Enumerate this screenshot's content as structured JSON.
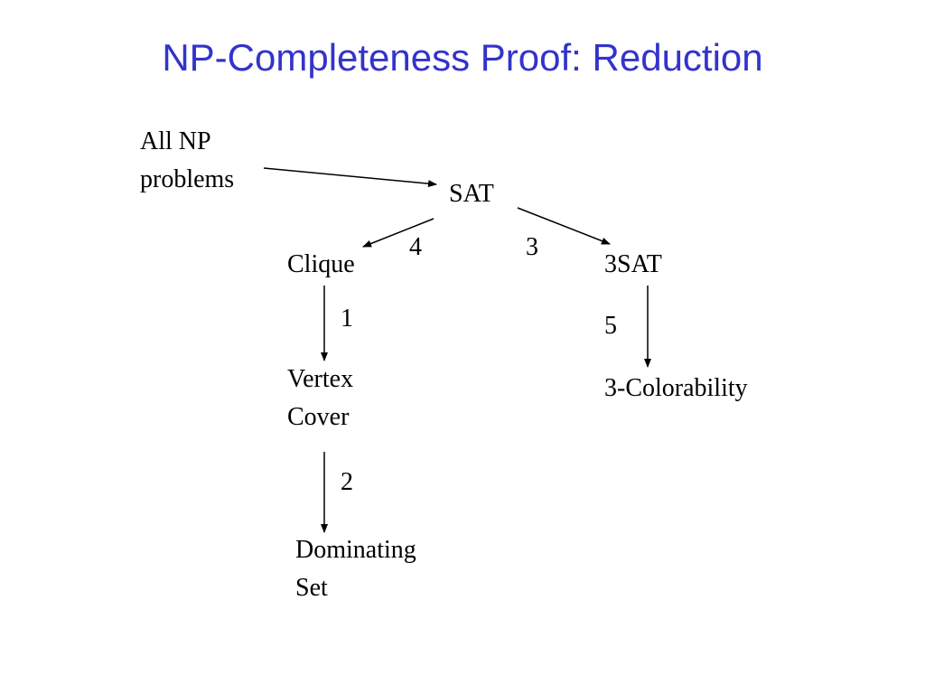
{
  "slide": {
    "title": "NP-Completeness Proof: Reduction",
    "title_color": "#3333cc"
  },
  "diagram": {
    "nodes": {
      "all_np": {
        "line1": "All NP",
        "line2": "problems"
      },
      "sat": {
        "label": "SAT"
      },
      "clique": {
        "label": "Clique"
      },
      "three_sat": {
        "label": "3SAT"
      },
      "vertex_cover": {
        "line1": "Vertex",
        "line2": "Cover"
      },
      "dominating_set": {
        "line1": "Dominating",
        "line2": "Set"
      },
      "three_colorability": {
        "label": "3-Colorability"
      }
    },
    "edges": [
      {
        "from": "All NP problems",
        "to": "SAT",
        "label": ""
      },
      {
        "from": "SAT",
        "to": "Clique",
        "label": "4"
      },
      {
        "from": "SAT",
        "to": "3SAT",
        "label": "3"
      },
      {
        "from": "Clique",
        "to": "Vertex Cover",
        "label": "1"
      },
      {
        "from": "Vertex Cover",
        "to": "Dominating Set",
        "label": "2"
      },
      {
        "from": "3SAT",
        "to": "3-Colorability",
        "label": "5"
      }
    ]
  }
}
